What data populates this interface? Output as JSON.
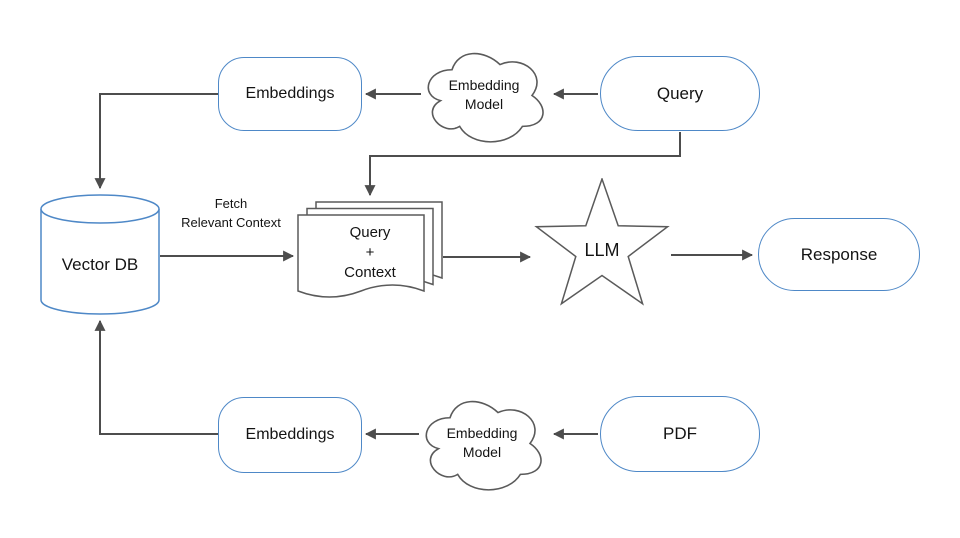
{
  "colors": {
    "node_border": "#4e88c7",
    "gray_outline": "#5a5a5a",
    "connector": "#4d4d4d",
    "text": "#141414",
    "background": "#ffffff"
  },
  "nodes": {
    "embeddings_top": {
      "label": "Embeddings"
    },
    "embedding_model_top": {
      "label": "Embedding\nModel"
    },
    "query": {
      "label": "Query"
    },
    "vector_db": {
      "label": "Vector DB"
    },
    "query_context_doc": {
      "label": "Query\n+\nContext"
    },
    "llm": {
      "label": "LLM"
    },
    "response": {
      "label": "Response"
    },
    "embeddings_bottom": {
      "label": "Embeddings"
    },
    "embedding_model_bottom": {
      "label": "Embedding\nModel"
    },
    "pdf": {
      "label": "PDF"
    }
  },
  "edge_labels": {
    "fetch_relevant_context": "Fetch\nRelevant Context"
  }
}
